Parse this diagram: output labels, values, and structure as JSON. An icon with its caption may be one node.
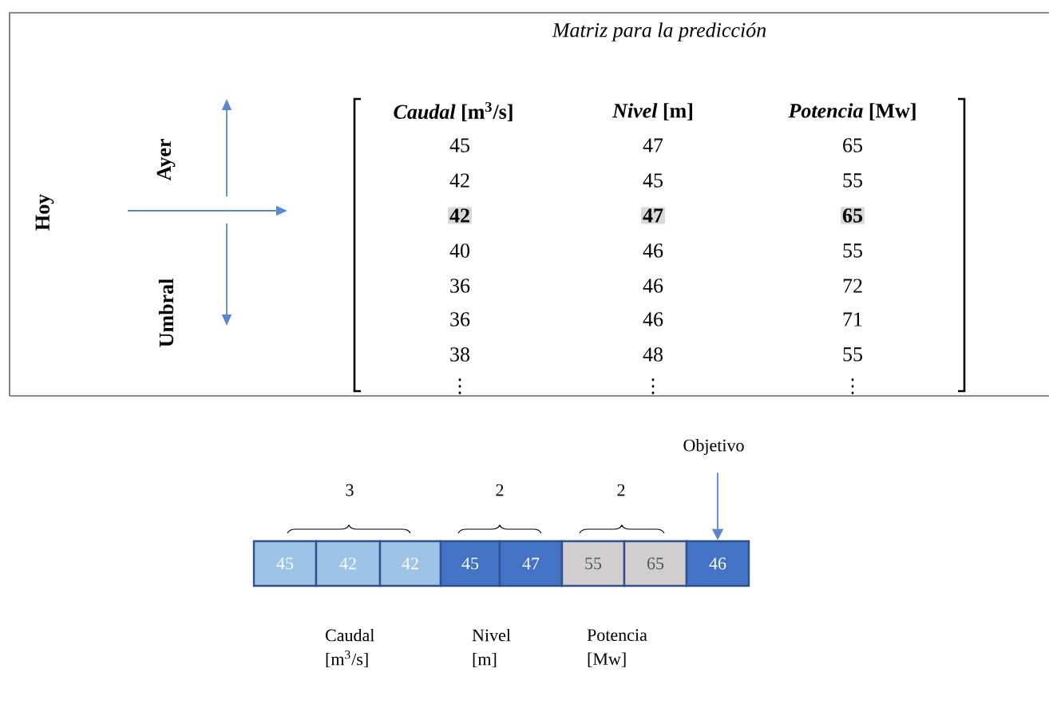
{
  "diagram": {
    "title": "Matriz para la predicción",
    "nodes": [
      {
        "text": [
          "45"
        ]
      },
      {
        "text": [
          "42"
        ]
      },
      {
        "text": [
          "42"
        ]
      },
      {
        "text": [
          "45"
        ]
      },
      {
        "text": [
          "47"
        ]
      },
      {
        "text": [
          "55"
        ]
      },
      {
        "text": [
          "65"
        ]
      },
      {
        "text": [
          "46"
        ]
      },
      {
        "text": [
          "Objetivo"
        ]
      }
    ],
    "edges": [
      {
        "from": 8,
        "to": 7,
        "arrow": "to"
      }
    ],
    "labels": [
      "Hoy",
      "Ayer",
      "Umbral",
      "*Caudal* [m$^{3}$/s]",
      "*Nivel* [m]",
      "*Potencia* [Mw]",
      "45",
      "47",
      "65",
      "42",
      "45",
      "55",
      "42",
      "47",
      "65",
      "40",
      "46",
      "55",
      "36",
      "46",
      "72",
      "36",
      "46",
      "71",
      "38",
      "48",
      "55",
      "⋮",
      "⋮",
      "⋮",
      "3",
      "2",
      "2",
      "Caudal [m$^{3}$/s]",
      "Nivel [m]",
      "Potencia [Mw]"
    ]
  }
}
